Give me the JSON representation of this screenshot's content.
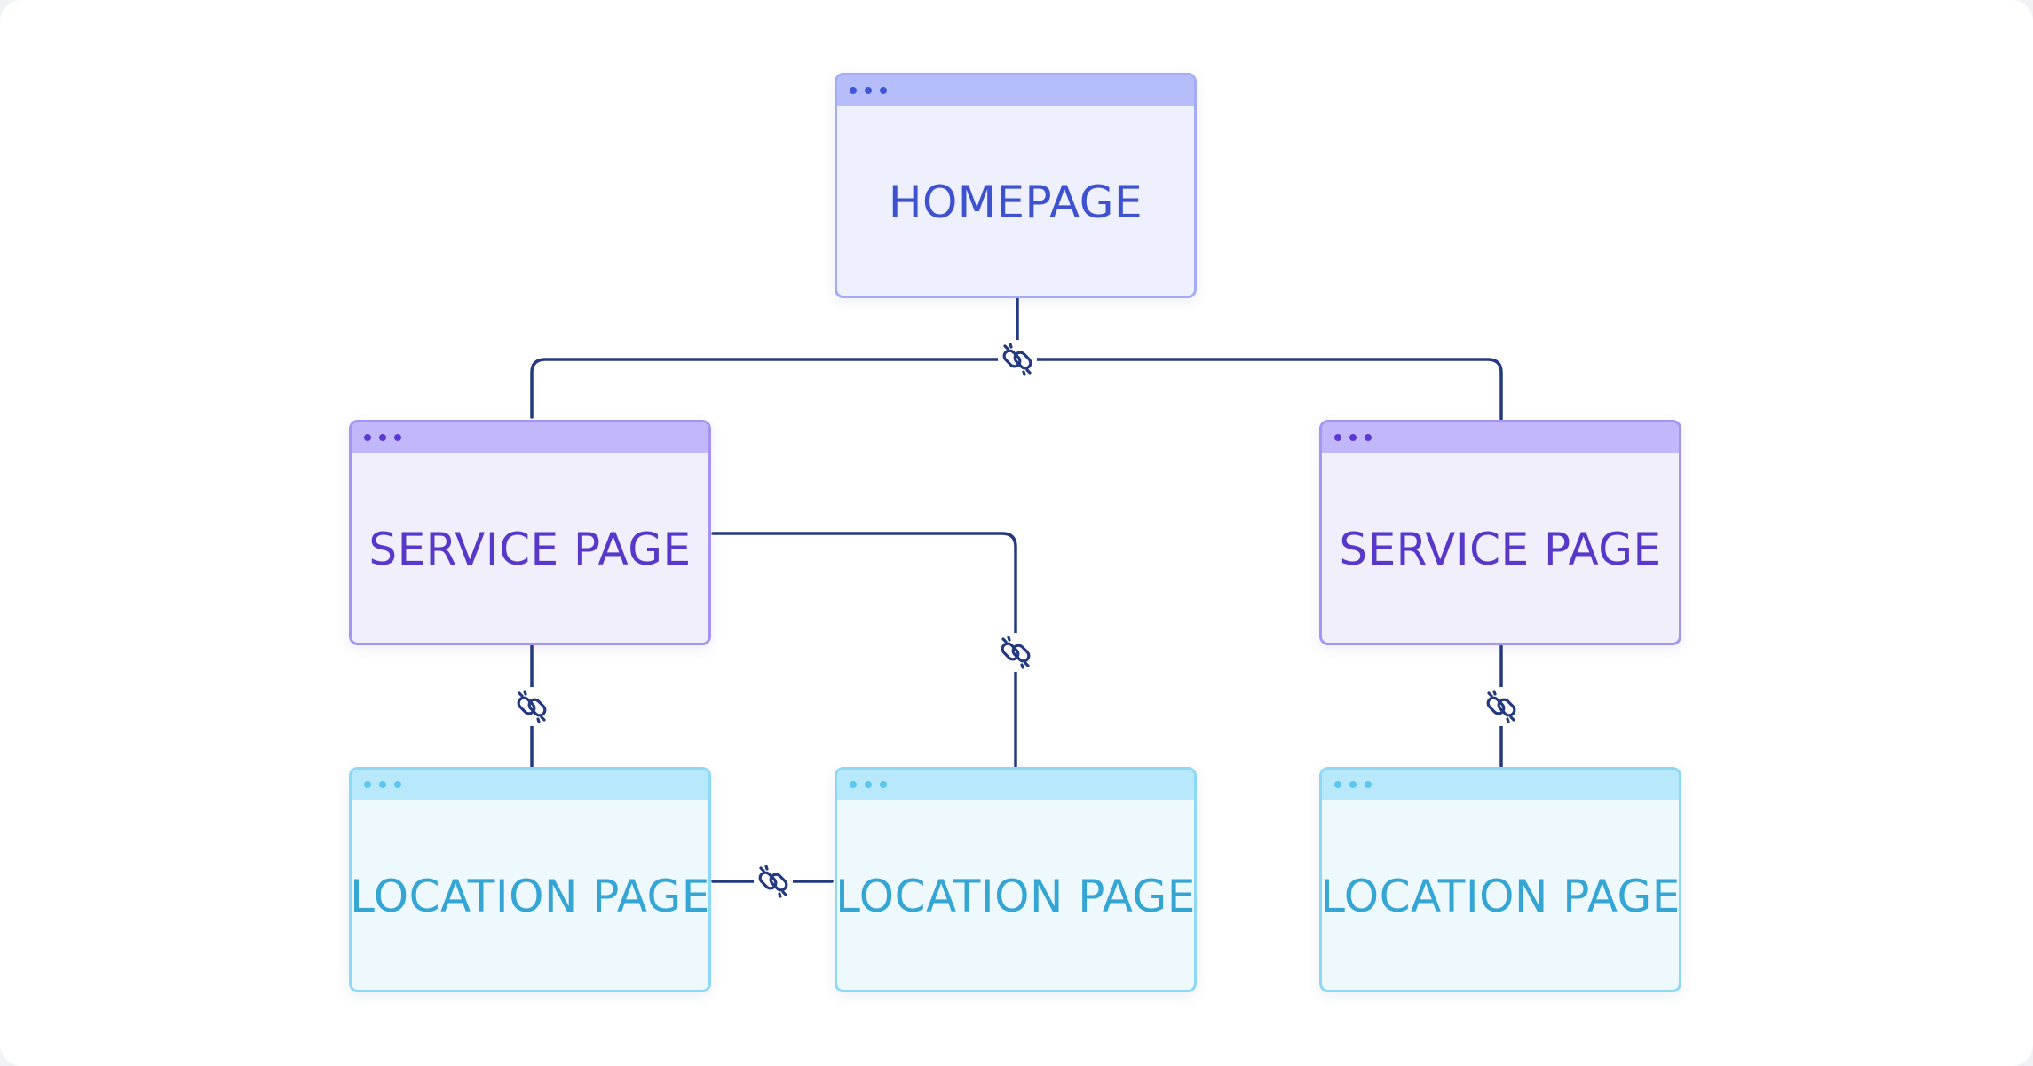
{
  "colors": {
    "connector": "#243a80",
    "homepage_accent": "#3e51cf",
    "service_accent": "#5738c9",
    "location_accent": "#35a6d4"
  },
  "nodes": {
    "homepage": {
      "label": "HOMEPAGE"
    },
    "service_left": {
      "label": "SERVICE PAGE"
    },
    "service_right": {
      "label": "SERVICE PAGE"
    },
    "location_left": {
      "label": "LOCATION PAGE"
    },
    "location_middle": {
      "label": "LOCATION PAGE"
    },
    "location_right": {
      "label": "LOCATION PAGE"
    }
  },
  "links": [
    {
      "from": "homepage",
      "to": "service_left",
      "icon": "chain-link-icon"
    },
    {
      "from": "homepage",
      "to": "service_right",
      "icon": "chain-link-icon"
    },
    {
      "from": "service_left",
      "to": "location_left",
      "icon": "chain-link-icon"
    },
    {
      "from": "service_left",
      "to": "location_middle",
      "icon": "chain-link-icon"
    },
    {
      "from": "service_right",
      "to": "location_right",
      "icon": "chain-link-icon"
    },
    {
      "from": "location_left",
      "to": "location_middle",
      "icon": "chain-link-icon"
    }
  ]
}
